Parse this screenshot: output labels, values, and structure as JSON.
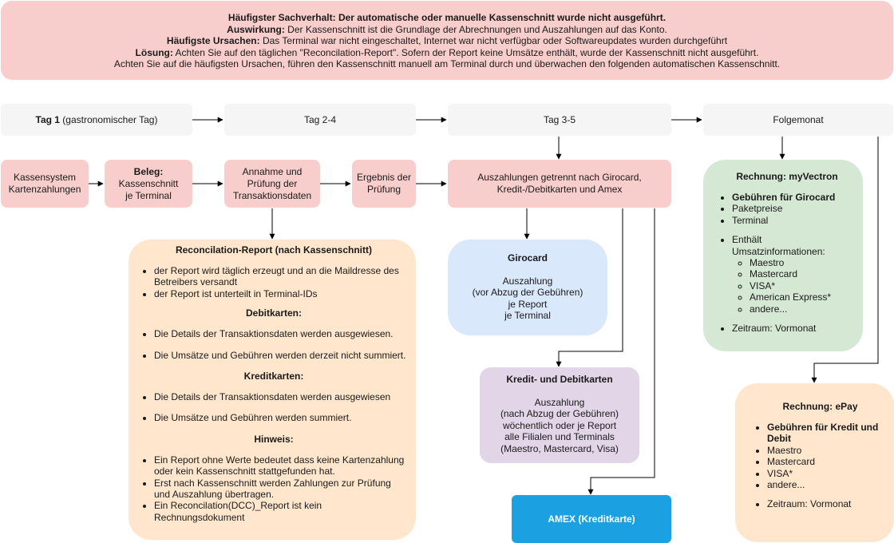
{
  "banner": {
    "line1": "Häufigster Sachverhalt: Der automatische oder manuelle Kassenschnitt wurde nicht ausgeführt.",
    "line2_label": "Auswirkung:",
    "line2_text": " Der Kassenschnitt ist die Grundlage der Abrechnungen und Auszahlungen auf das Konto.",
    "line3_label": "Häufigste Ursachen:",
    "line3_text": " Das Terminal war nicht eingeschaltet, Internet war nicht verfügbar oder Softwareupdates wurden durchgeführt",
    "line4_label": "Lösung:",
    "line4_text": " Achten Sie auf den täglichen \"Reconcilation-Report\". Sofern der Report keine Umsätze enthält, wurde der Kassenschnitt nicht ausgeführt.",
    "line5": "Achten Sie auf die häufigsten Ursachen, führen den Kassenschnitt manuell am Terminal durch und überwachen den folgenden automatischen Kassenschnitt."
  },
  "timeline": {
    "tag1_bold": "Tag 1",
    "tag1_rest": " (gastronomischer Tag)",
    "tag2": "Tag 2-4",
    "tag3": "Tag 3-5",
    "folge": "Folgemonat"
  },
  "steps": {
    "kassensystem_1": "Kassensystem",
    "kassensystem_2": "Kartenzahlungen",
    "beleg_bold": "Beleg:",
    "beleg_1": "Kassenschnitt",
    "beleg_2": "je Terminal",
    "annahme_1": "Annahme und",
    "annahme_2": "Prüfung der",
    "annahme_3": "Transaktionsdaten",
    "ergebnis_1": "Ergebnis der",
    "ergebnis_2": "Prüfung",
    "auszahlungen_1": "Auszahlungen getrennt nach Girocard,",
    "auszahlungen_2": "Kredit-/Debitkarten und Amex"
  },
  "report": {
    "title": "Reconcilation-Report (nach Kassenschnitt)",
    "intro": [
      "der Report wird täglich erzeugt und an die Maildresse des Betreibers versandt",
      "der Report ist unterteilt in Terminal-IDs"
    ],
    "debit_title": "Debitkarten:",
    "debit_1": "Die Details der Transaktionsdaten werden ausgewiesen.",
    "debit_2": "Die Umsätze und Gebühren werden derzeit nicht summiert.",
    "kredit_title": "Kreditkarten:",
    "kredit_1": "Die Details der Transaktionsdaten werden ausgewiesen",
    "kredit_2": "Die Umsätze und Gebühren werden summiert.",
    "hinweis_title": "Hinweis:",
    "hinweis": [
      "Ein Report ohne Werte bedeutet dass keine Kartenzahlung oder kein Kassenschnitt stattgefunden hat.",
      "Erst nach Kassenschnitt werden Zahlungen zur Prüfung und Auszahlung übertragen.",
      "Ein Reconcilation(DCC)_Report ist kein Rechnungsdokument"
    ]
  },
  "girocard": {
    "title": "Girocard",
    "lines": [
      "Auszahlung",
      "(vor Abzug der Gebühren)",
      "je Report",
      "je Terminal"
    ]
  },
  "kredit": {
    "title": "Kredit- und Debitkarten",
    "lines": [
      "Auszahlung",
      "(nach Abzug der Gebühren)",
      "wöchentlich oder je Report",
      "alle Filialen und Terminals",
      "(Maestro, Mastercard, Visa)"
    ]
  },
  "amex": {
    "bold": "AMEX",
    "rest": " (Kreditkarte)"
  },
  "myvectron": {
    "title": "Rechnung: myVectron",
    "fees_bold": "Gebühren für Girocard",
    "fees": [
      "Paketpreise",
      "Terminal"
    ],
    "umsatz": "Enthält Umsatzinformationen:",
    "cards": [
      "Maestro",
      "Mastercard",
      "VISA*",
      "American Express*",
      "andere..."
    ],
    "zeitraum": "Zeitraum: Vormonat"
  },
  "epay": {
    "title": "Rechnung: ePay",
    "fees_bold": "Gebühren für Kredit und Debit",
    "cards": [
      "Maestro",
      "Mastercard",
      "VISA*",
      "andere..."
    ],
    "zeitraum": "Zeitraum: Vormonat"
  },
  "colors": {
    "pink": "#f8cecc",
    "grey": "#f5f5f5",
    "orange": "#ffe6cc",
    "blue": "#dae8fc",
    "purple": "#e1d5e7",
    "green": "#d5e8d4",
    "amex": "#1ba1e2"
  }
}
